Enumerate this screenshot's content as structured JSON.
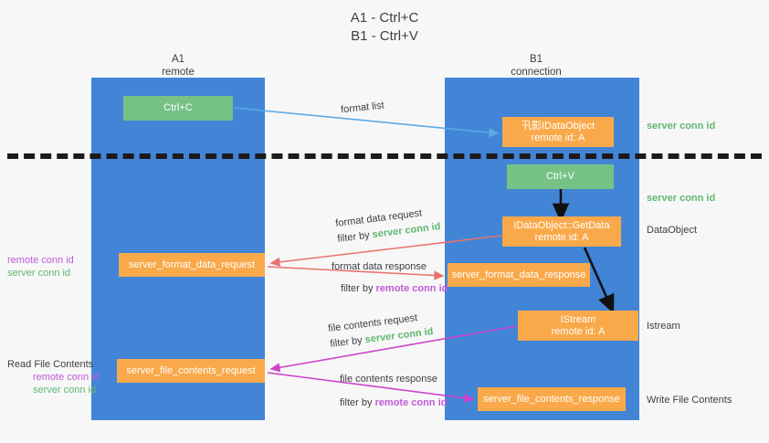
{
  "title": "A1 - Ctrl+C\nB1 - Ctrl+V",
  "columns": {
    "a1": "A1\nremote",
    "b1": "B1\nconnection"
  },
  "nodes": {
    "ctrl_c": "Ctrl+C",
    "ctrl_v": "Ctrl+V",
    "idataobject": "卂影IDataObject\nremote id: A",
    "getdata": "IDataObject::GetData\nremote id: A",
    "istream": "IStream\nremote id: A",
    "server_format_data_request": "server_format_data_request",
    "server_format_data_response": "server_format_data_response",
    "server_file_contents_request": "server_file_contents_request",
    "server_file_contents_response": "server_file_contents_response"
  },
  "right_labels": {
    "server_conn_id_1": "server conn id",
    "server_conn_id_2": "server conn id",
    "dataobject": "DataObject",
    "istream": "Istream",
    "write_file_contents": "Write File Contents"
  },
  "left_labels": {
    "remote_conn_id_1": "remote conn id",
    "server_conn_id_1": "server conn id",
    "read_file_contents": "Read File Contents",
    "remote_conn_id_2": "remote conn id",
    "server_conn_id_2": "server conn id"
  },
  "edges": {
    "format_list": "format list",
    "format_data_request": "format data request",
    "format_data_request_filter_prefix": "filter by ",
    "format_data_request_filter_key": "server conn id",
    "format_data_response": "format data response",
    "format_data_response_filter_prefix": "filter by ",
    "format_data_response_filter_key": "remote conn id",
    "file_contents_request": "file contents request",
    "file_contents_request_filter_prefix": "filter by ",
    "file_contents_request_filter_key": "server conn id",
    "file_contents_response": "file contents response",
    "file_contents_response_filter_prefix": "filter by ",
    "file_contents_response_filter_key": "remote conn id"
  },
  "colors": {
    "lane": "#4285d6",
    "green_node": "#76c285",
    "orange_node": "#f9a94a",
    "server_conn_id": "#5fb770",
    "remote_conn_id": "#c05bd8",
    "arrow_blue": "#5aa9e6",
    "arrow_red": "#e8736c",
    "arrow_magenta": "#cc44cc",
    "arrow_black": "#111111",
    "background": "#f7f7f7"
  }
}
